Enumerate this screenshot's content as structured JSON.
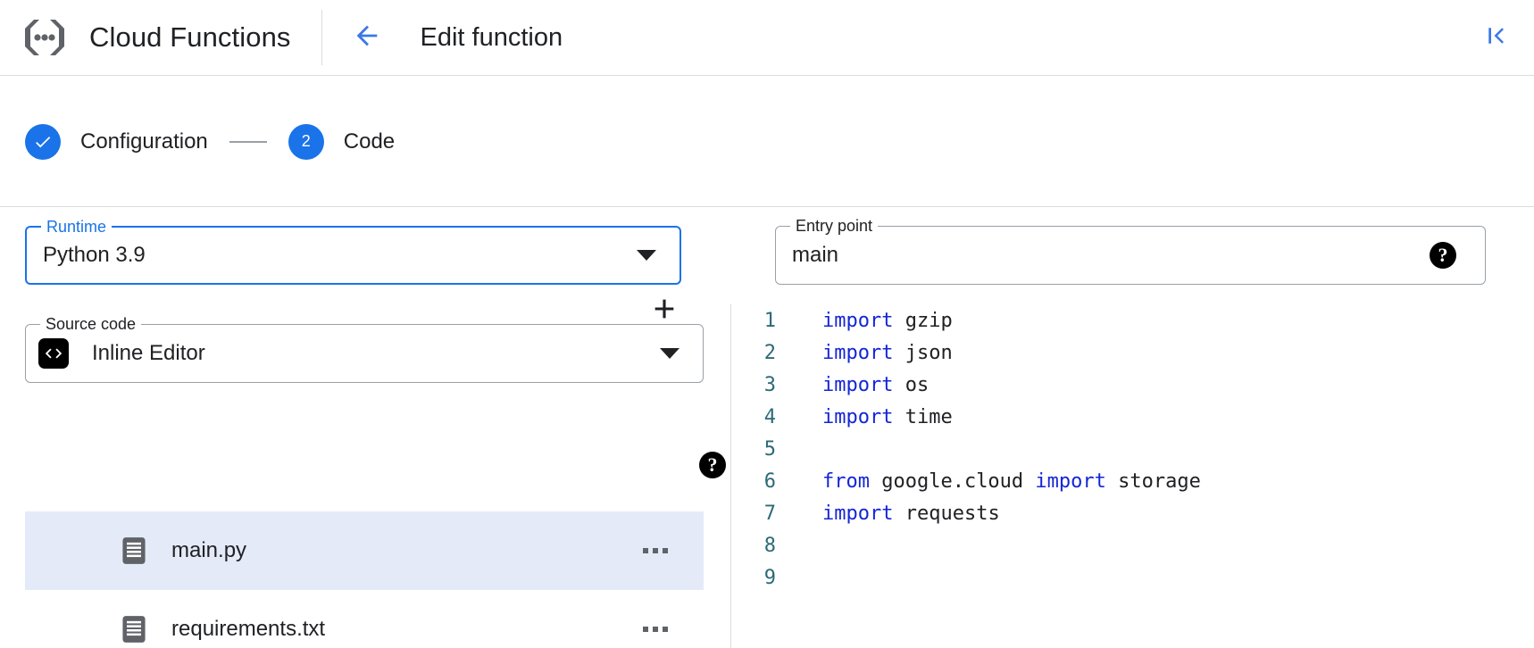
{
  "header": {
    "brand_title": "Cloud Functions",
    "logo_icon": "cloud-functions-logo-icon",
    "back_icon": "arrow-left-icon",
    "page_title": "Edit function",
    "collapse_icon": "first-page-icon"
  },
  "stepper": {
    "steps": [
      {
        "marker": "✓",
        "label": "Configuration",
        "state": "completed"
      },
      {
        "marker": "2",
        "label": "Code",
        "state": "active"
      }
    ]
  },
  "form": {
    "runtime": {
      "label": "Runtime",
      "value": "Python 3.9",
      "focused": true,
      "dropdown_icon": "chevron-down-icon",
      "help_icon": "help-circle-icon",
      "help_glyph": "?"
    },
    "entry_point": {
      "label": "Entry point",
      "value": "main",
      "placeholder": "main",
      "focused": false,
      "help_icon": "help-circle-icon",
      "help_glyph": "?"
    },
    "source_code": {
      "label": "Source code",
      "value": "Inline Editor",
      "leading_icon": "code-brackets-icon",
      "dropdown_icon": "chevron-down-icon"
    }
  },
  "file_panel": {
    "add_button_icon": "plus-icon",
    "add_button_label": "+",
    "files": [
      {
        "name": "main.py",
        "icon": "file-icon",
        "selected": true,
        "menu_icon": "more-horizontal-icon"
      },
      {
        "name": "requirements.txt",
        "icon": "file-icon",
        "selected": false,
        "menu_icon": "more-horizontal-icon"
      }
    ]
  },
  "code_editor": {
    "language": "python",
    "lines": [
      {
        "n": "1",
        "tokens": [
          {
            "t": "import",
            "c": "kw"
          },
          {
            "t": " gzip",
            "c": "id"
          }
        ]
      },
      {
        "n": "2",
        "tokens": [
          {
            "t": "import",
            "c": "kw"
          },
          {
            "t": " json",
            "c": "id"
          }
        ]
      },
      {
        "n": "3",
        "tokens": [
          {
            "t": "import",
            "c": "kw"
          },
          {
            "t": " os",
            "c": "id"
          }
        ]
      },
      {
        "n": "4",
        "tokens": [
          {
            "t": "import",
            "c": "kw"
          },
          {
            "t": " time",
            "c": "id"
          }
        ]
      },
      {
        "n": "5",
        "tokens": []
      },
      {
        "n": "6",
        "tokens": [
          {
            "t": "from",
            "c": "kw"
          },
          {
            "t": " google.cloud ",
            "c": "id"
          },
          {
            "t": "import",
            "c": "kw"
          },
          {
            "t": " storage",
            "c": "id"
          }
        ]
      },
      {
        "n": "7",
        "tokens": [
          {
            "t": "import",
            "c": "kw"
          },
          {
            "t": " requests",
            "c": "id"
          }
        ]
      },
      {
        "n": "8",
        "tokens": []
      },
      {
        "n": "9",
        "tokens": []
      }
    ]
  },
  "colors": {
    "accent_blue": "#1a73e8",
    "keyword_blue": "#1426d6",
    "gutter_teal": "#2c6a78",
    "selected_row": "#e4eaf8",
    "border_grey": "#dadce0",
    "text_primary": "#202124"
  }
}
